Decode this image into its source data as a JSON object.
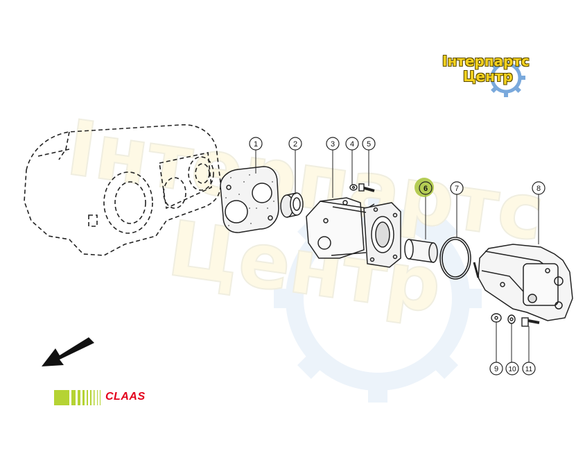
{
  "logo": {
    "line1": "Інтерпартс",
    "line2": "Центр"
  },
  "watermark": {
    "line1": "Інтерпартс",
    "line2": "Центр"
  },
  "brand": {
    "name": "CLAAS",
    "color": "#e3001b",
    "accent": "#b5d334"
  },
  "highlight_color": "#a8c43a",
  "callouts": [
    {
      "number": "1"
    },
    {
      "number": "2"
    },
    {
      "number": "3"
    },
    {
      "number": "4"
    },
    {
      "number": "5"
    },
    {
      "number": "6",
      "highlighted": true
    },
    {
      "number": "7"
    },
    {
      "number": "8"
    },
    {
      "number": "9"
    },
    {
      "number": "10"
    },
    {
      "number": "11"
    }
  ],
  "icons": [
    "direction-arrow-icon",
    "gear-icon"
  ]
}
